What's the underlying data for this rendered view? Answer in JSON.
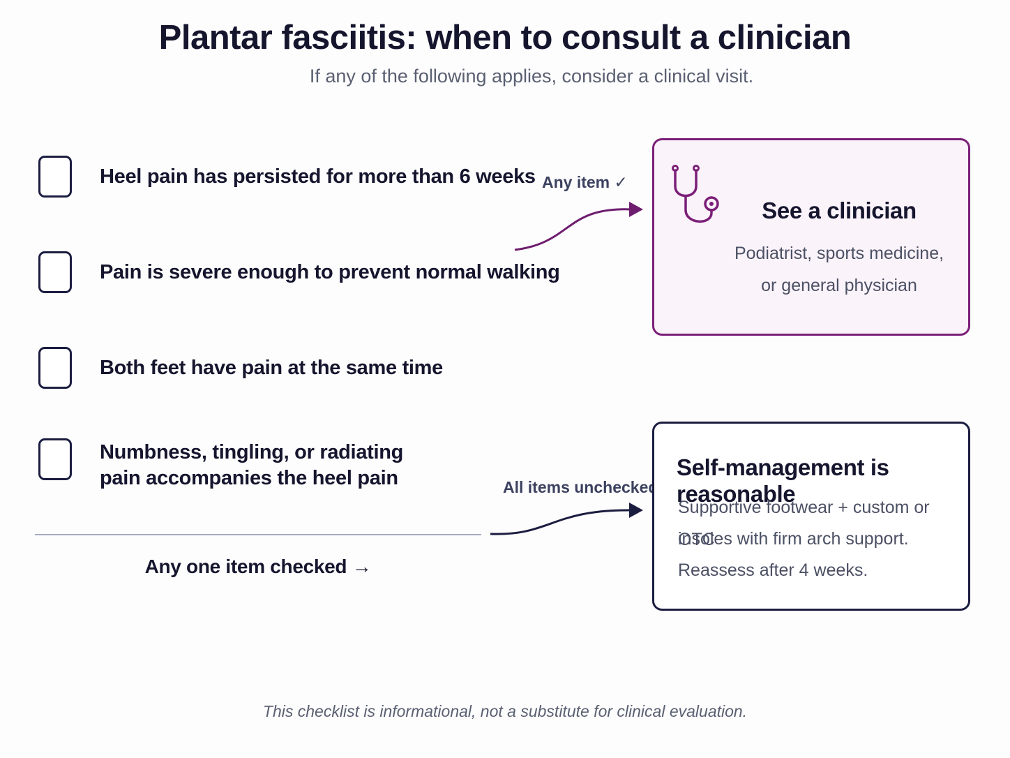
{
  "header": {
    "title": "Plantar fasciitis: when to consult a clinician",
    "subtitle": "If any of the following applies, consider a clinical visit."
  },
  "checklist": {
    "items": [
      {
        "label": "Heel pain has persisted for more than 6 weeks",
        "checked": false
      },
      {
        "label": "Pain is severe enough to prevent normal walking",
        "checked": false
      },
      {
        "label": "Both feet have pain at the same time",
        "checked": false
      },
      {
        "label": "Numbness, tingling, or radiating pain accompanies the heel pain",
        "checked": false
      }
    ],
    "summary": "Any one item checked →"
  },
  "connectors": {
    "any_item": "Any item ✓",
    "all_unchecked": "All items unchecked"
  },
  "outcomes": {
    "clinician": {
      "heading": "See a clinician",
      "body_line1": "Podiatrist, sports medicine,",
      "body_line2": "or general physician",
      "icon": "stethoscope-icon",
      "accent": "#7b1f78"
    },
    "self_management": {
      "heading": "Self-management is reasonable",
      "body_line1": "Supportive footwear + custom or OTC",
      "body_line2": "insoles with firm arch support.",
      "body_line3": "Reassess after 4 weeks.",
      "accent": "#1b1d40"
    }
  },
  "footer": {
    "disclaimer": "This checklist is informational, not a substitute for clinical evaluation."
  }
}
